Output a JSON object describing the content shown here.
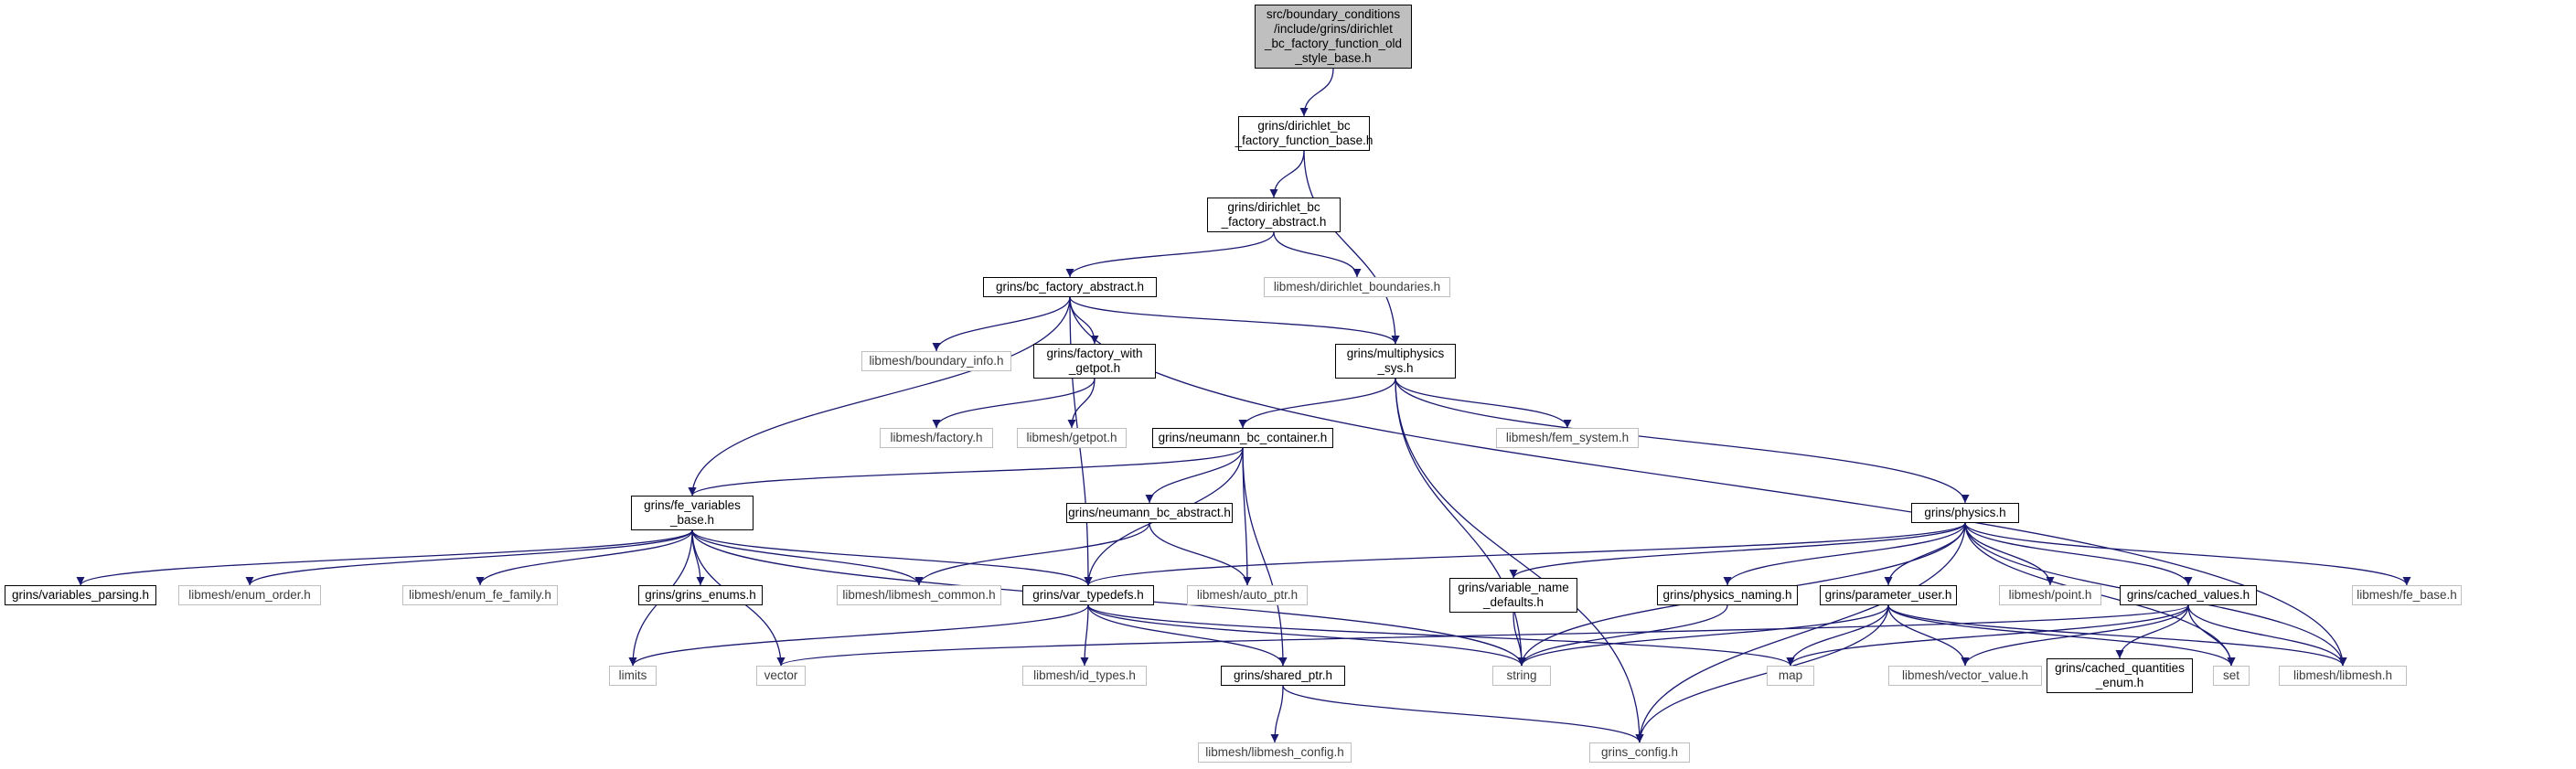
{
  "diagram": {
    "type": "include-dependency-graph",
    "colors": {
      "edge": "#191970",
      "root_fill": "#bfbfbf",
      "node_border": "#000000",
      "external_border": "#bfbfbf",
      "background": "#ffffff"
    },
    "nodes": {
      "root": {
        "label": "src/boundary_conditions\n/include/grins/dirichlet\n_bc_factory_function_old\n_style_base.h",
        "kind": "root"
      },
      "dbc_fn_base": {
        "label": "grins/dirichlet_bc\n_factory_function_base.h",
        "kind": "local"
      },
      "dbc_abstract": {
        "label": "grins/dirichlet_bc\n_factory_abstract.h",
        "kind": "local"
      },
      "dirichlet_bounds": {
        "label": "libmesh/dirichlet_boundaries.h",
        "kind": "external"
      },
      "bc_factory": {
        "label": "grins/bc_factory_abstract.h",
        "kind": "local"
      },
      "boundary_info": {
        "label": "libmesh/boundary_info.h",
        "kind": "external"
      },
      "factory_getpot": {
        "label": "grins/factory_with\n_getpot.h",
        "kind": "local"
      },
      "multiphysics": {
        "label": "grins/multiphysics\n_sys.h",
        "kind": "local"
      },
      "lm_factory": {
        "label": "libmesh/factory.h",
        "kind": "external"
      },
      "lm_getpot": {
        "label": "libmesh/getpot.h",
        "kind": "external"
      },
      "neumann_container": {
        "label": "grins/neumann_bc_container.h",
        "kind": "local"
      },
      "fem_system": {
        "label": "libmesh/fem_system.h",
        "kind": "external"
      },
      "fe_variables": {
        "label": "grins/fe_variables\n_base.h",
        "kind": "local"
      },
      "neumann_abstract": {
        "label": "grins/neumann_bc_abstract.h",
        "kind": "local"
      },
      "physics": {
        "label": "grins/physics.h",
        "kind": "local"
      },
      "variables_parsing": {
        "label": "grins/variables_parsing.h",
        "kind": "local"
      },
      "enum_order": {
        "label": "libmesh/enum_order.h",
        "kind": "external"
      },
      "enum_fe_family": {
        "label": "libmesh/enum_fe_family.h",
        "kind": "external"
      },
      "grins_enums": {
        "label": "grins/grins_enums.h",
        "kind": "local"
      },
      "libmesh_common": {
        "label": "libmesh/libmesh_common.h",
        "kind": "external"
      },
      "var_typedefs": {
        "label": "grins/var_typedefs.h",
        "kind": "local"
      },
      "auto_ptr": {
        "label": "libmesh/auto_ptr.h",
        "kind": "external"
      },
      "variable_name_defaults": {
        "label": "grins/variable_name\n_defaults.h",
        "kind": "local"
      },
      "physics_naming": {
        "label": "grins/physics_naming.h",
        "kind": "local"
      },
      "parameter_user": {
        "label": "grins/parameter_user.h",
        "kind": "local"
      },
      "lm_point": {
        "label": "libmesh/point.h",
        "kind": "external"
      },
      "cached_values": {
        "label": "grins/cached_values.h",
        "kind": "local"
      },
      "fe_base": {
        "label": "libmesh/fe_base.h",
        "kind": "external"
      },
      "limits": {
        "label": "limits",
        "kind": "external"
      },
      "vector": {
        "label": "vector",
        "kind": "external"
      },
      "id_types": {
        "label": "libmesh/id_types.h",
        "kind": "external"
      },
      "shared_ptr": {
        "label": "grins/shared_ptr.h",
        "kind": "local"
      },
      "string": {
        "label": "string",
        "kind": "external"
      },
      "map": {
        "label": "map",
        "kind": "external"
      },
      "vector_value": {
        "label": "libmesh/vector_value.h",
        "kind": "external"
      },
      "cached_quantities": {
        "label": "grins/cached_quantities\n_enum.h",
        "kind": "local"
      },
      "set": {
        "label": "set",
        "kind": "external"
      },
      "libmesh": {
        "label": "libmesh/libmesh.h",
        "kind": "external"
      },
      "libmesh_config": {
        "label": "libmesh/libmesh_config.h",
        "kind": "external"
      },
      "grins_config": {
        "label": "grins_config.h",
        "kind": "external"
      }
    },
    "edges": [
      [
        "root",
        "dbc_fn_base"
      ],
      [
        "dbc_fn_base",
        "dbc_abstract"
      ],
      [
        "dbc_fn_base",
        "multiphysics"
      ],
      [
        "dbc_abstract",
        "bc_factory"
      ],
      [
        "dbc_abstract",
        "dirichlet_bounds"
      ],
      [
        "bc_factory",
        "boundary_info"
      ],
      [
        "bc_factory",
        "factory_getpot"
      ],
      [
        "bc_factory",
        "multiphysics"
      ],
      [
        "bc_factory",
        "fe_variables"
      ],
      [
        "bc_factory",
        "var_typedefs"
      ],
      [
        "bc_factory",
        "libmesh"
      ],
      [
        "factory_getpot",
        "lm_factory"
      ],
      [
        "factory_getpot",
        "lm_getpot"
      ],
      [
        "multiphysics",
        "neumann_container"
      ],
      [
        "multiphysics",
        "fem_system"
      ],
      [
        "multiphysics",
        "physics"
      ],
      [
        "multiphysics",
        "string"
      ],
      [
        "multiphysics",
        "grins_config"
      ],
      [
        "neumann_container",
        "fe_variables"
      ],
      [
        "neumann_container",
        "neumann_abstract"
      ],
      [
        "neumann_container",
        "var_typedefs"
      ],
      [
        "neumann_container",
        "auto_ptr"
      ],
      [
        "neumann_container",
        "shared_ptr"
      ],
      [
        "neumann_abstract",
        "libmesh_common"
      ],
      [
        "neumann_abstract",
        "auto_ptr"
      ],
      [
        "fe_variables",
        "variables_parsing"
      ],
      [
        "fe_variables",
        "enum_order"
      ],
      [
        "fe_variables",
        "enum_fe_family"
      ],
      [
        "fe_variables",
        "grins_enums"
      ],
      [
        "fe_variables",
        "libmesh_common"
      ],
      [
        "fe_variables",
        "var_typedefs"
      ],
      [
        "fe_variables",
        "limits"
      ],
      [
        "fe_variables",
        "vector"
      ],
      [
        "fe_variables",
        "string"
      ],
      [
        "physics",
        "var_typedefs"
      ],
      [
        "physics",
        "variable_name_defaults"
      ],
      [
        "physics",
        "physics_naming"
      ],
      [
        "physics",
        "parameter_user"
      ],
      [
        "physics",
        "lm_point"
      ],
      [
        "physics",
        "cached_values"
      ],
      [
        "physics",
        "fe_base"
      ],
      [
        "physics",
        "libmesh"
      ],
      [
        "physics",
        "set"
      ],
      [
        "physics",
        "string"
      ],
      [
        "physics",
        "grins_config"
      ],
      [
        "var_typedefs",
        "limits"
      ],
      [
        "var_typedefs",
        "id_types"
      ],
      [
        "var_typedefs",
        "shared_ptr"
      ],
      [
        "var_typedefs",
        "string"
      ],
      [
        "var_typedefs",
        "map"
      ],
      [
        "shared_ptr",
        "libmesh_config"
      ],
      [
        "shared_ptr",
        "grins_config"
      ],
      [
        "variable_name_defaults",
        "string"
      ],
      [
        "physics_naming",
        "string"
      ],
      [
        "parameter_user",
        "string"
      ],
      [
        "parameter_user",
        "map"
      ],
      [
        "parameter_user",
        "vector_value"
      ],
      [
        "parameter_user",
        "grins_config"
      ],
      [
        "parameter_user",
        "libmesh"
      ],
      [
        "parameter_user",
        "set"
      ],
      [
        "cached_values",
        "vector"
      ],
      [
        "cached_values",
        "map"
      ],
      [
        "cached_values",
        "vector_value"
      ],
      [
        "cached_values",
        "cached_quantities"
      ],
      [
        "cached_values",
        "set"
      ],
      [
        "cached_values",
        "libmesh"
      ]
    ]
  }
}
